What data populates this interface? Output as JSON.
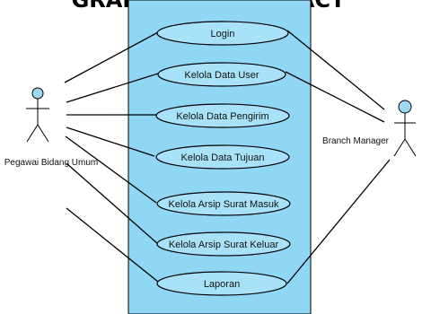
{
  "title": "GRAPHICAL ABSTRACT",
  "colors": {
    "system_fill": "#8fd7f5",
    "usecase_fill": "#a8e2f8",
    "actor_head": "#9fd8f2",
    "line": "#000000"
  },
  "actors": [
    {
      "name": "Pegawai Bidang Umum"
    },
    {
      "name": "Branch Manager"
    }
  ],
  "use_cases": [
    {
      "label": "Login"
    },
    {
      "label": "Kelola Data User"
    },
    {
      "label": "Kelola Data Pengirim"
    },
    {
      "label": "Kelola Data Tujuan"
    },
    {
      "label": "Kelola Arsip Surat Masuk"
    },
    {
      "label": "Kelola Arsip Surat Keluar"
    },
    {
      "label": "Laporan"
    }
  ]
}
